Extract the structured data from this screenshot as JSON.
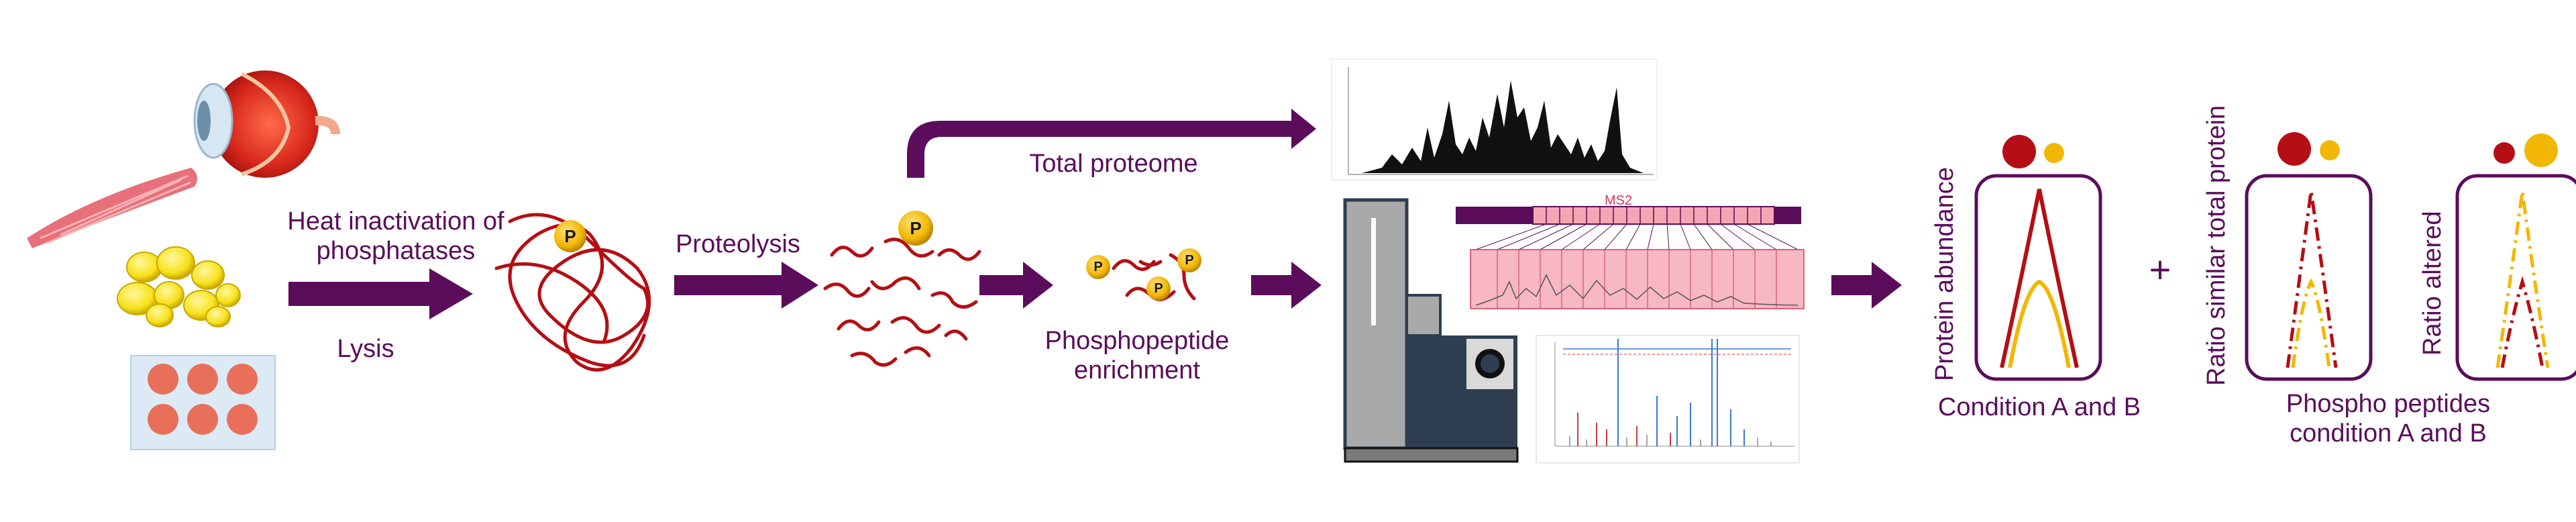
{
  "steps": {
    "heat_inactivation": "Heat inactivation of\nphosphatases",
    "lysis": "Lysis",
    "proteolysis": "Proteolysis",
    "total_proteome": "Total proteome",
    "phospho_enrichment": "Phosphopeptide\nenrichment",
    "ms2": "MS2"
  },
  "results": {
    "protein_abundance": "Protein abundance",
    "condition_ab": "Condition A and B",
    "plus": "+",
    "ratio_similar": "Ratio similar total protein",
    "ratio_altered": "Ratio altered",
    "phospho_condition": "Phospho peptides\ncondition A and B"
  },
  "phospho_label": "P",
  "colors": {
    "arrow": "#5b0d5b",
    "peptide": "#b40f14",
    "condition_a": "#b40f14",
    "condition_b": "#f2b705",
    "ms2_highlight": "#f4a6b4",
    "instrument": "#2f3e50"
  }
}
